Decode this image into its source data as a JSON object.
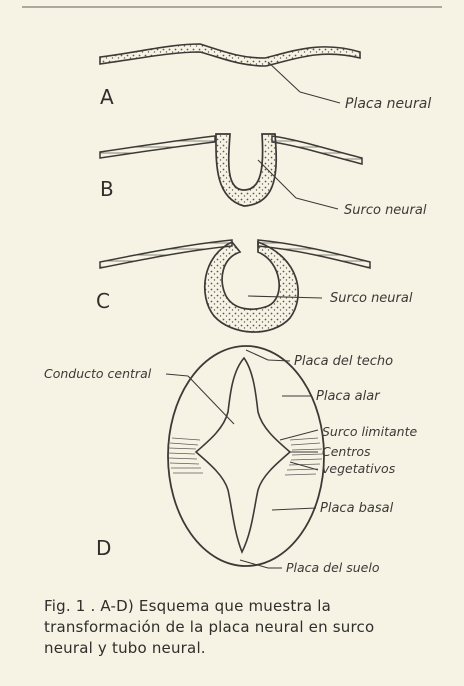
{
  "panels": {
    "a": {
      "letter": "A",
      "label": "Placa neural"
    },
    "b": {
      "letter": "B",
      "label": "Surco neural"
    },
    "c": {
      "letter": "C",
      "label": "Surco neural"
    },
    "d": {
      "letter": "D",
      "labels": {
        "central_canal": "Conducto central",
        "roof_plate": "Placa del techo",
        "alar_plate": "Placa alar",
        "limiting_sulcus": "Surco limitante",
        "vegetative_centers_line1": "Centros",
        "vegetative_centers_line2": "vegetativos",
        "basal_plate": "Placa basal",
        "floor_plate": "Placa del suelo"
      }
    }
  },
  "caption": {
    "line1": "Fig. 1 . A-D) Esquema que muestra la",
    "line2": "transformación de la placa neural en surco",
    "line3": "neural y tubo neural."
  }
}
